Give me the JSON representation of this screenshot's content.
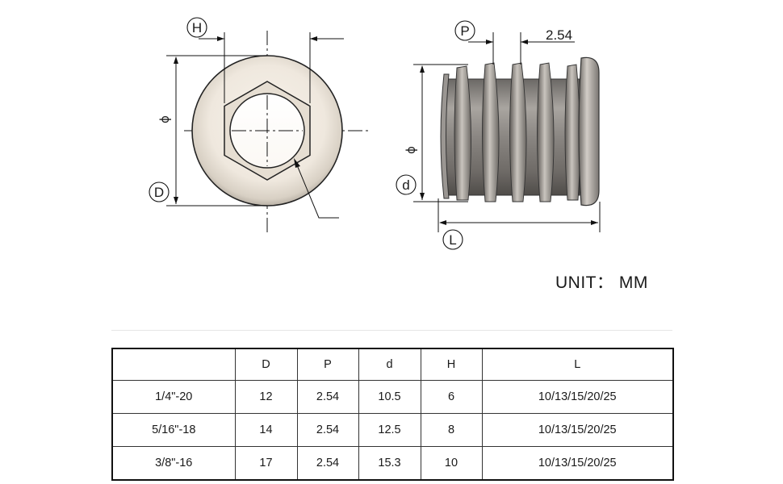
{
  "drawing": {
    "front_view": {
      "labels": {
        "H": "H",
        "D": "D",
        "phi": "ϕ"
      }
    },
    "side_view": {
      "labels": {
        "P": "P",
        "d": "d",
        "L": "L",
        "phi": "ϕ",
        "pitch_value": "2.54"
      }
    }
  },
  "unit_label": "UNIT： MM",
  "table": {
    "headers": [
      "",
      "D",
      "P",
      "d",
      "H",
      "L"
    ],
    "rows": [
      [
        "1/4\"-20",
        "12",
        "2.54",
        "10.5",
        "6",
        "10/13/15/20/25"
      ],
      [
        "5/16\"-18",
        "14",
        "2.54",
        "12.5",
        "8",
        "10/13/15/20/25"
      ],
      [
        "3/8\"-16",
        "17",
        "2.54",
        "15.3",
        "10",
        "10/13/15/20/25"
      ]
    ]
  },
  "colors": {
    "face": "#ece6dc",
    "metal": "#8e8a86",
    "line": "#111111"
  }
}
